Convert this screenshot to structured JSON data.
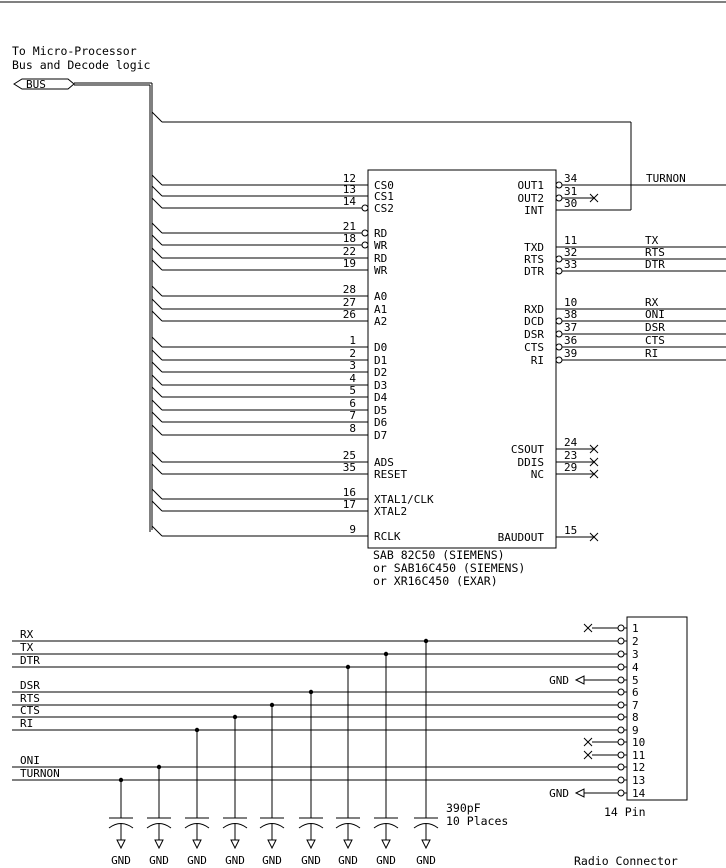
{
  "header": {
    "line1": "To Micro-Processor",
    "line2": "Bus and Decode logic"
  },
  "bus_label": "BUS",
  "chip": {
    "left_pins": [
      {
        "num": "12",
        "label": "CS0",
        "inv": false
      },
      {
        "num": "13",
        "label": "CS1",
        "inv": false
      },
      {
        "num": "14",
        "label": "CS2",
        "inv": true
      },
      {
        "num": "21",
        "label": "RD",
        "inv": true
      },
      {
        "num": "18",
        "label": "WR",
        "inv": true
      },
      {
        "num": "22",
        "label": "RD",
        "inv": false
      },
      {
        "num": "19",
        "label": "WR",
        "inv": false
      },
      {
        "num": "28",
        "label": "A0",
        "inv": false
      },
      {
        "num": "27",
        "label": "A1",
        "inv": false
      },
      {
        "num": "26",
        "label": "A2",
        "inv": false
      },
      {
        "num": "1",
        "label": "D0",
        "inv": false
      },
      {
        "num": "2",
        "label": "D1",
        "inv": false
      },
      {
        "num": "3",
        "label": "D2",
        "inv": false
      },
      {
        "num": "4",
        "label": "D3",
        "inv": false
      },
      {
        "num": "5",
        "label": "D4",
        "inv": false
      },
      {
        "num": "6",
        "label": "D5",
        "inv": false
      },
      {
        "num": "7",
        "label": "D6",
        "inv": false
      },
      {
        "num": "8",
        "label": "D7",
        "inv": false
      },
      {
        "num": "25",
        "label": "ADS",
        "inv": false
      },
      {
        "num": "35",
        "label": "RESET",
        "inv": false
      },
      {
        "num": "16",
        "label": "XTAL1/CLK",
        "inv": false
      },
      {
        "num": "17",
        "label": "XTAL2",
        "inv": false
      },
      {
        "num": "9",
        "label": "RCLK",
        "inv": false
      }
    ],
    "right_pins": [
      {
        "num": "34",
        "label": "OUT1",
        "inv": true,
        "net": "TURNON"
      },
      {
        "num": "31",
        "label": "OUT2",
        "inv": true,
        "net": ""
      },
      {
        "num": "30",
        "label": "INT",
        "inv": false,
        "net": ""
      },
      {
        "num": "11",
        "label": "TXD",
        "inv": false,
        "net": "TX"
      },
      {
        "num": "32",
        "label": "RTS",
        "inv": true,
        "net": "RTS"
      },
      {
        "num": "33",
        "label": "DTR",
        "inv": true,
        "net": "DTR"
      },
      {
        "num": "10",
        "label": "RXD",
        "inv": false,
        "net": "RX"
      },
      {
        "num": "38",
        "label": "DCD",
        "inv": true,
        "net": "ONI"
      },
      {
        "num": "37",
        "label": "DSR",
        "inv": true,
        "net": "DSR"
      },
      {
        "num": "36",
        "label": "CTS",
        "inv": true,
        "net": "CTS"
      },
      {
        "num": "39",
        "label": "RI",
        "inv": true,
        "net": "RI"
      },
      {
        "num": "24",
        "label": "CSOUT",
        "inv": false,
        "net": ""
      },
      {
        "num": "23",
        "label": "DDIS",
        "inv": false,
        "net": ""
      },
      {
        "num": "29",
        "label": "NC",
        "inv": false,
        "net": ""
      },
      {
        "num": "15",
        "label": "BAUDOUT",
        "inv": false,
        "net": ""
      }
    ],
    "part_names": [
      "SAB 82C50 (SIEMENS)",
      "or SAB16C450 (SIEMENS)",
      "or XR16C450 (EXAR)"
    ]
  },
  "connector": {
    "nets": [
      "RX",
      "TX",
      "DTR",
      "DSR",
      "RTS",
      "CTS",
      "RI",
      "ONI",
      "TURNON"
    ],
    "pins": [
      {
        "num": "1",
        "conn": "nc"
      },
      {
        "num": "2",
        "conn": "RX"
      },
      {
        "num": "3",
        "conn": "TX"
      },
      {
        "num": "4",
        "conn": "DTR"
      },
      {
        "num": "5",
        "conn": "GND"
      },
      {
        "num": "6",
        "conn": "DSR"
      },
      {
        "num": "7",
        "conn": "RTS"
      },
      {
        "num": "8",
        "conn": "CTS"
      },
      {
        "num": "9",
        "conn": "RI"
      },
      {
        "num": "10",
        "conn": "nc"
      },
      {
        "num": "11",
        "conn": "nc"
      },
      {
        "num": "12",
        "conn": "ONI"
      },
      {
        "num": "13",
        "conn": "TURNON"
      },
      {
        "num": "14",
        "conn": "GND"
      }
    ],
    "gnd_label": "GND",
    "pin_count_label": "14 Pin",
    "title": "Radio Connector"
  },
  "caps": {
    "value_label": "390pF",
    "count_label": "10 Places",
    "gnd_labels": [
      "GND",
      "GND",
      "GND",
      "GND",
      "GND",
      "GND",
      "GND",
      "GND",
      "GND"
    ]
  }
}
